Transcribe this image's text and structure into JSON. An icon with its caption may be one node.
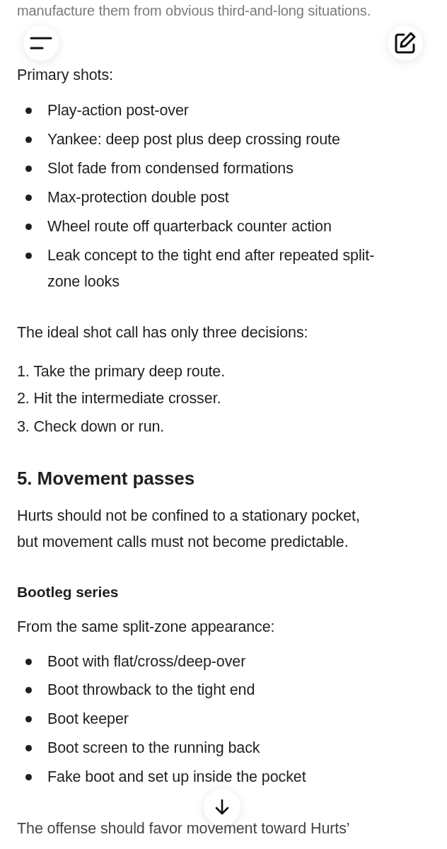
{
  "diagram": {
    "labels": [
      "manufacture them from obvious third-and-long situations.",
      "Primary shots:",
      "Play-action post-over",
      "Yankee: deep post plus deep crossing route",
      "Slot fade from condensed formations",
      "Max-protection double post",
      "Wheel route off quarterback counter action",
      "Leak concept to the tight end after repeated split-zone looks",
      "The ideal shot call has only three decisions:",
      "1. Take the primary deep route.",
      "2. Hit the intermediate crosser.",
      "3. Check down or run.",
      "5. Movement passes",
      "Hurts should not be confined to a stationary pocket, but movement calls must not become predictable.",
      "Bootleg series",
      "From the same split-zone appearance:",
      "Boot with flat/cross/deep-over",
      "Boot throwback to the tight end",
      "Boot keeper",
      "Boot screen to the running back",
      "Fake boot and set up inside the pocket",
      "The offense should favor movement toward Hurts’"
    ]
  }
}
